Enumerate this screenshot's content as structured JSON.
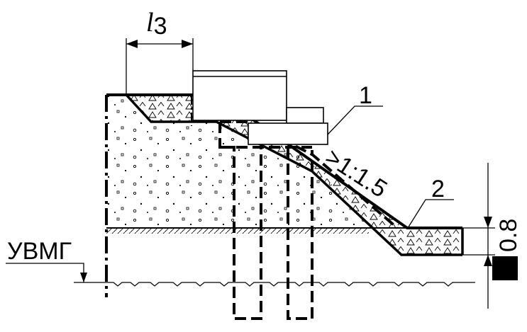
{
  "diagram": {
    "labels": {
      "width_symbol": "l",
      "width_subscript": "3",
      "slope_ratio": ">1:1.5",
      "callout_1": "1",
      "callout_2": "2",
      "water_level": "УВМГ",
      "depth_value": "0.8"
    },
    "colors": {
      "ink": "#000000",
      "background": "#ffffff"
    }
  }
}
